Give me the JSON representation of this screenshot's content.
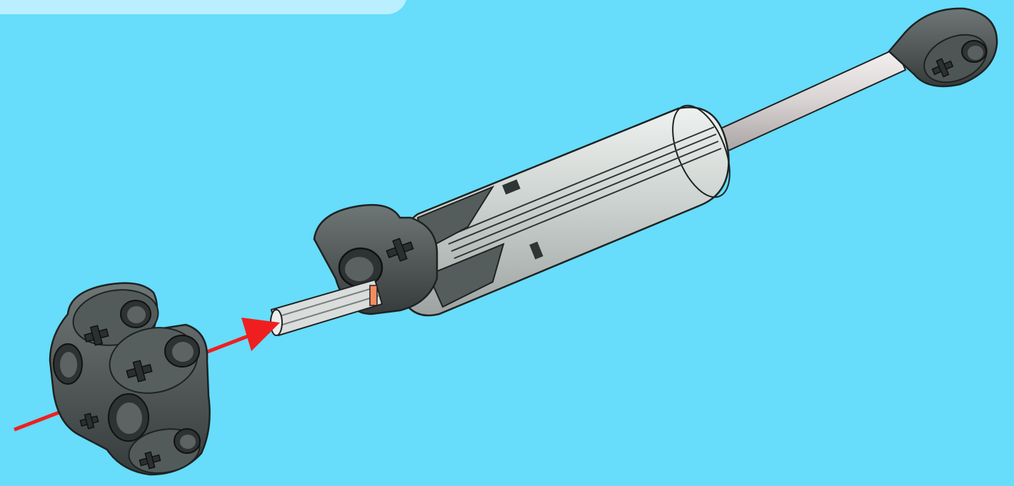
{
  "scene": {
    "background_color": "#67dcfb",
    "panel_color": "#b9efff",
    "arrow_color": "#ef1f1f",
    "dark_part_color": "#4b5352",
    "light_part_color": "#c8cecb",
    "rod_color": "#dcd8d7"
  },
  "parts": [
    {
      "name": "pneumatic-cylinder"
    },
    {
      "name": "piston-rod"
    },
    {
      "name": "rod-end-connector"
    },
    {
      "name": "cylinder-end-connector"
    },
    {
      "name": "cross-axle-tip"
    },
    {
      "name": "cross-connector-block"
    }
  ]
}
